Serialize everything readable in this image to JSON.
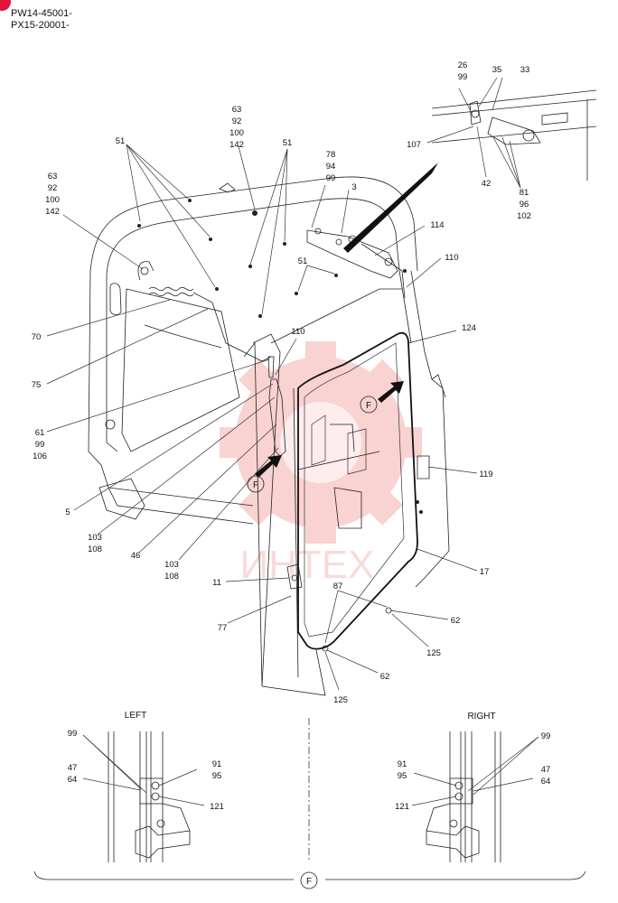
{
  "header": {
    "serial_1": "PW14-45001-",
    "serial_2": "PX15-20001-",
    "badge_color": "#e1143c"
  },
  "watermark": {
    "text": "ИНТЕХ",
    "color": "#e53935"
  },
  "callouts": {
    "c26_99": [
      "26",
      "99"
    ],
    "c35": "35",
    "c33": "33",
    "c107": "107",
    "c42": "42",
    "c81_96_102": [
      "81",
      "96",
      "102"
    ],
    "c63_92_100_142_top": [
      "63",
      "92",
      "100",
      "142"
    ],
    "c63_92_100_142_left": [
      "63",
      "92",
      "100",
      "142"
    ],
    "c51_left": "51",
    "c51_mid": "51",
    "c51_right": "51",
    "c78_94_99": [
      "78",
      "94",
      "99"
    ],
    "c3": "3",
    "c114": "114",
    "c110_right": "110",
    "c110_mid": "110",
    "c124": "124",
    "c70": "70",
    "c75": "75",
    "c61_99_106": [
      "61",
      "99",
      "106"
    ],
    "c5": "5",
    "c103_108_a": [
      "103",
      "108"
    ],
    "c46": "46",
    "c103_108_b": [
      "103",
      "108"
    ],
    "c119": "119",
    "c17": "17",
    "c11": "11",
    "c87": "87",
    "c62_a": "62",
    "c77": "77",
    "c125_a": "125",
    "c62_b": "62",
    "c125_b": "125",
    "view_marker": "F"
  },
  "detail_left": {
    "caption": "LEFT",
    "c99": "99",
    "c47_64": [
      "47",
      "64"
    ],
    "c91_95": [
      "91",
      "95"
    ],
    "c121": "121"
  },
  "detail_right": {
    "caption": "RIGHT",
    "c99": "99",
    "c91_95": [
      "91",
      "95"
    ],
    "c47_64": [
      "47",
      "64"
    ],
    "c121": "121"
  },
  "footer_marker": "F"
}
